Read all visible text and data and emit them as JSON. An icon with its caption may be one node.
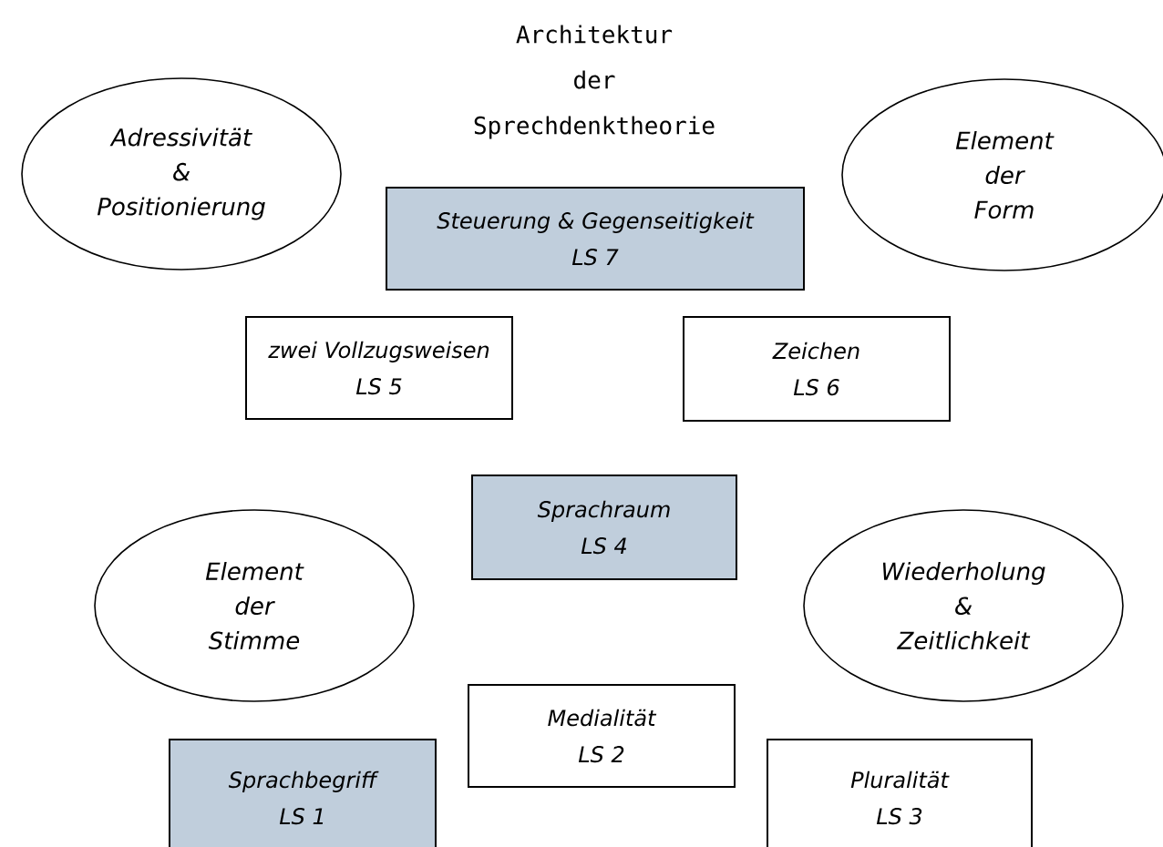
{
  "diagram": {
    "title": "Architektur der Sprechdenktheorie",
    "nodes": [
      {
        "text": [
          "Adressivität & Positionierung"
        ]
      },
      {
        "text": [
          "Element der Form"
        ]
      },
      {
        "text": [
          "Steuerung & Gegenseitigkeit",
          "LS 7"
        ]
      },
      {
        "text": [
          "zwei Vollzugsweisen",
          "LS 5"
        ]
      },
      {
        "text": [
          "Zeichen",
          "LS 6"
        ]
      },
      {
        "text": [
          "Sprachraum",
          "LS 4"
        ]
      },
      {
        "text": [
          "Element der Stimme"
        ]
      },
      {
        "text": [
          "Wiederholung & Zeitlichkeit"
        ]
      },
      {
        "text": [
          "Medialität",
          "LS 2"
        ]
      },
      {
        "text": [
          "Sprachbegriff",
          "LS 1"
        ]
      },
      {
        "text": [
          "Pluralität",
          "LS 3"
        ]
      }
    ]
  }
}
